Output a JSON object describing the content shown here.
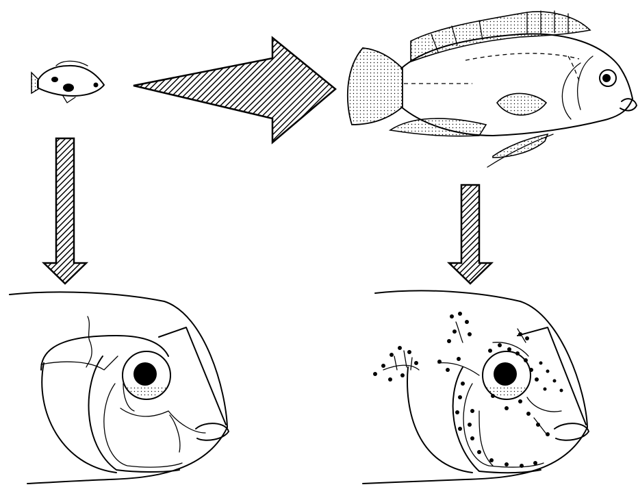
{
  "figure": {
    "panels": [
      {
        "id": "small-fish",
        "description_icon": "small-fish-icon"
      },
      {
        "id": "large-fish",
        "description_icon": "large-fish-icon"
      },
      {
        "id": "head-sparse-nerves",
        "description_icon": "fish-head-icon"
      },
      {
        "id": "head-branched-nerves",
        "description_icon": "fish-head-icon"
      }
    ],
    "arrows": [
      {
        "from": "small-fish",
        "to": "large-fish",
        "direction": "right",
        "style": "hatched"
      },
      {
        "from": "small-fish",
        "to": "head-sparse-nerves",
        "direction": "down",
        "style": "hatched"
      },
      {
        "from": "large-fish",
        "to": "head-branched-nerves",
        "direction": "down",
        "style": "hatched"
      }
    ],
    "colors": {
      "ink": "#000000",
      "background": "#ffffff"
    }
  }
}
